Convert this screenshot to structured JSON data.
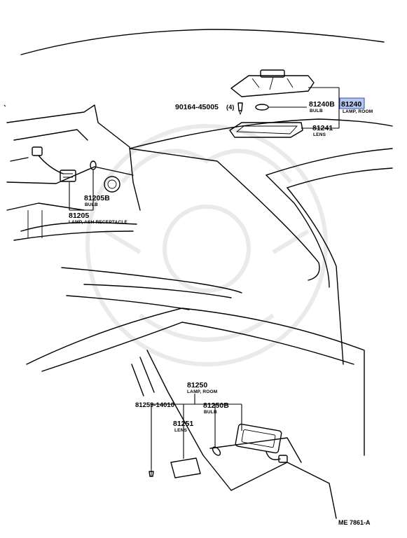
{
  "diagram_code": "ME 7861-A",
  "callouts": {
    "room_lamp_front": {
      "part_no": "81240",
      "desc": "LAMP, ROOM"
    },
    "bulb_front": {
      "part_no": "81240B",
      "desc": "BULB"
    },
    "lens_front": {
      "part_no": "81241",
      "desc": "LENS"
    },
    "screw": {
      "part_no": "90164-45005",
      "qty": "(4)"
    },
    "ash_lamp": {
      "part_no": "81205",
      "desc": "LAMP, ASH RECEPTACLE"
    },
    "ash_bulb": {
      "part_no": "81205B",
      "desc": "BULB"
    },
    "room_lamp_rear": {
      "part_no": "81250",
      "desc": "LAMP, ROOM"
    },
    "screw_rear": {
      "part_no": "81259-14010"
    },
    "lens_rear": {
      "part_no": "81251",
      "desc": "LENS"
    },
    "bulb_rear": {
      "part_no": "81250B",
      "desc": "BULB"
    }
  }
}
